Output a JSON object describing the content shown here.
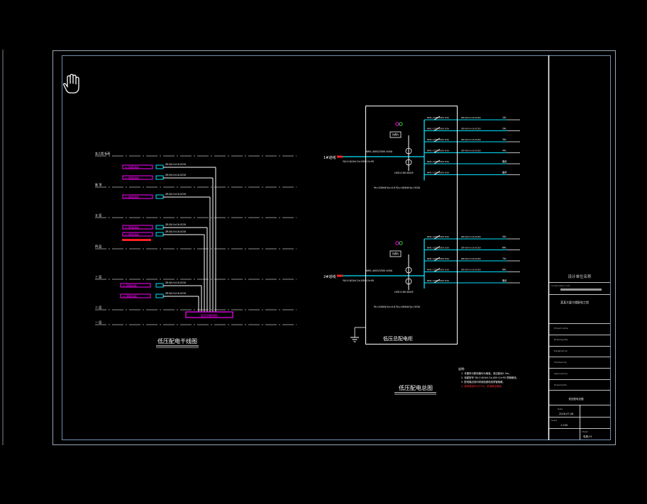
{
  "colors": {
    "background": "#000000",
    "frame": "#9aa7b4",
    "line": "#ffffff",
    "cyan": "#00e5ff",
    "magenta": "#ff00ff",
    "red": "#ff2020",
    "gray_text": "#b8b8b8"
  },
  "cursor": {
    "icon": "hand-pan-icon"
  },
  "riser": {
    "title": "低压配电干线图",
    "floor_labels": [
      "女儿墙 标高",
      "屋 顶",
      "五 层",
      "四 层",
      "三 层",
      "二 层",
      "一 层"
    ],
    "panels": [
      {
        "tag": "AL 照明配电箱",
        "cable": "ZR-YJV-5×16-SC50"
      },
      {
        "tag": "AL 照明配电箱",
        "cable": "ZR-YJV-5×16-SC50"
      },
      {
        "tag": "AL 照明配电箱",
        "cable": "ZR-YJV-5×16-SC50"
      },
      {
        "tag": "AL 照明配电箱",
        "cable": "ZR-YJV-5×16-SC50"
      },
      {
        "tag": "AL 照明配电箱",
        "cable": "ZR-YJV-5×16-SC50"
      },
      {
        "tag": "AL 照明配电箱",
        "cable": "ZR-YJV-5×16-SC50"
      },
      {
        "tag": "AL 照明配电箱",
        "cable": "ZR-YJV-5×16-SC50"
      }
    ],
    "main_box": "低压总配电柜"
  },
  "single_line": {
    "title": "低压配电总图",
    "cabinet_label": "低压总配电柜",
    "incomer_1": "1#进线",
    "incomer_2": "2#进线",
    "incomer_cable": "YJV-0.6/1kV-3×185+2×95",
    "main_breaker": "NM1-400S/3300 400A",
    "meter": "kWh",
    "ct_label": "LMZ-0.66  400/5",
    "calc_note": "Pe=200kW  Kx=0.8  Pjs=160kW  Ijs=303A",
    "branches_1": [
      {
        "breaker": "NM1-125S/3300 63A",
        "cable": "ZR-YJV-5×16-SC50",
        "load": "1AL"
      },
      {
        "breaker": "NM1-125S/3300 63A",
        "cable": "ZR-YJV-5×16-SC50",
        "load": "2AL"
      },
      {
        "breaker": "NM1-125S/3300 63A",
        "cable": "ZR-YJV-5×16-SC50",
        "load": "3AL"
      },
      {
        "breaker": "NM1-125S/3300 63A",
        "cable": "ZR-YJV-5×16-SC50",
        "load": "4AL"
      },
      {
        "breaker": "NM1-125S/3300 63A",
        "cable": "",
        "load": "备用"
      },
      {
        "breaker": "NM1-125S/3300 63A",
        "cable": "",
        "load": "备用"
      }
    ],
    "branches_2": [
      {
        "breaker": "NM1-125S/3300 63A",
        "cable": "ZR-YJV-5×16-SC50",
        "load": "5AL"
      },
      {
        "breaker": "NM1-125S/3300 63A",
        "cable": "ZR-YJV-5×16-SC50",
        "load": "6AL"
      },
      {
        "breaker": "NM1-125S/3300 63A",
        "cable": "ZR-YJV-5×16-SC50",
        "load": "7AL"
      },
      {
        "breaker": "NM1-125S/3300 63A",
        "cable": "ZR-YJV-5×16-SC50",
        "load": "8AL"
      },
      {
        "breaker": "NM1-125S/3300 63A",
        "cable": "",
        "load": "备用"
      }
    ],
    "notes_title": "说明:",
    "notes": [
      "1. 本图所示配电箱均为暗装，底边距地1.5m。",
      "2. 电缆型号 YJV-0.6/1kV-3×185+2×95 穿管敷设。",
      "3. 配电箱出线均采用阻燃电线穿管暗敷。",
      "4. 接地电阻不大于1Ω，采用联合接地。"
    ]
  },
  "title_block": {
    "company": "设计单位名称",
    "project_label": "Construction unit",
    "project_name": "某某大厦大楼配电工程",
    "rows": [
      "Project name",
      "Drawing title",
      "Designed by",
      "Checked by",
      "Approved by",
      "Drawing No."
    ],
    "drawing_title": "低压配电总图",
    "date_label": "Date",
    "date": "2018-07-06",
    "scale_label": "Scale",
    "scale": "1:100",
    "sheet_label": "Sheet",
    "sheet": "电施-01"
  }
}
